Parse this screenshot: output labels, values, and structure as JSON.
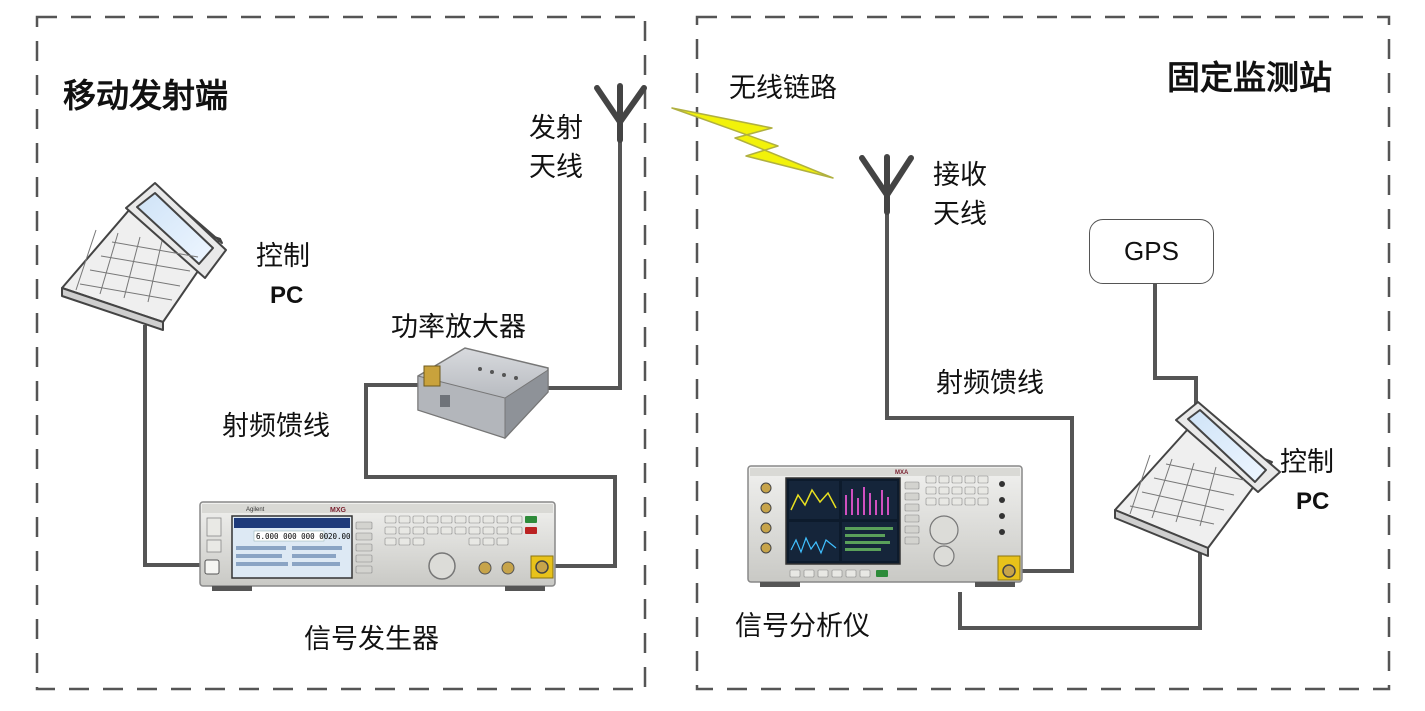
{
  "left_panel": {
    "title": "移动发射端",
    "tx_antenna_label": [
      "发射",
      "天线"
    ],
    "control_pc_label": [
      "控制",
      "PC"
    ],
    "amplifier_label": "功率放大器",
    "rf_feeder_label": "射频馈线",
    "signal_generator_label": "信号发生器",
    "signal_generator_screen": {
      "brand": "Agilent",
      "model": "MXG",
      "frequency": "6.000 000 000 00",
      "amplitude": "20.00"
    }
  },
  "right_panel": {
    "title": "固定监测站",
    "wireless_link_label": "无线链路",
    "rx_antenna_label": [
      "接收",
      "天线"
    ],
    "gps_label": "GPS",
    "rf_feeder_label": "射频馈线",
    "control_pc_label": [
      "控制",
      "PC"
    ],
    "signal_analyzer_label": "信号分析仪",
    "signal_analyzer_screen": {
      "model": "MXA"
    }
  },
  "colors": {
    "cable": "#555555",
    "border_dash": "#555555",
    "lightning": "#f2f20a",
    "lightning_outline": "#b0b040"
  }
}
